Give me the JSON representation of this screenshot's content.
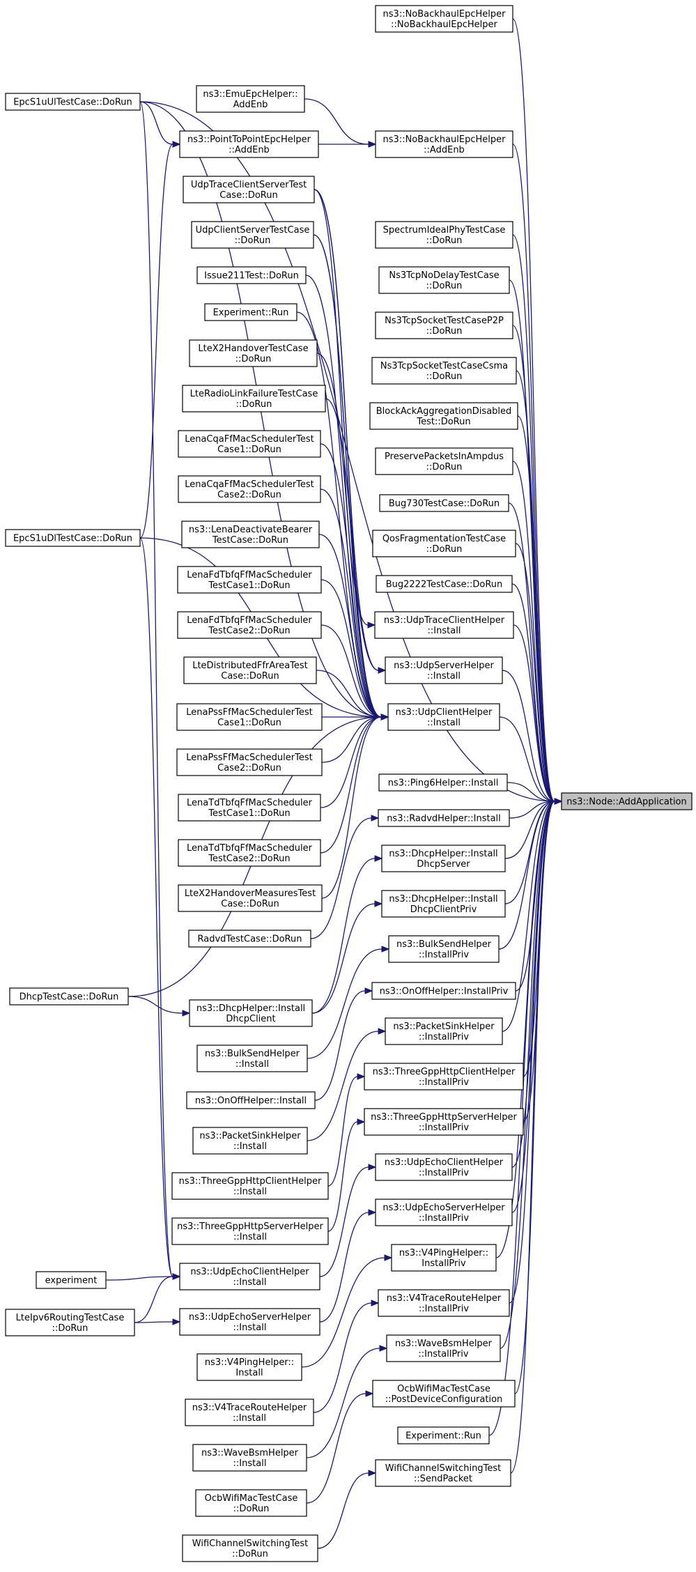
{
  "graph": {
    "target": "ns3::Node::AddApplication",
    "colors": {
      "edge": "#191970",
      "box_border": "#000000",
      "box_fill": "#ffffff",
      "target_fill": "#bfbfbf"
    },
    "nodes": {
      "target": [
        "ns3::Node::AddApplication"
      ],
      "nbh_ctor": [
        "ns3::NoBackhaulEpcHelper",
        "::NoBackhaulEpcHelper"
      ],
      "emu_addenb": [
        "ns3::EmuEpcHelper::",
        "AddEnb"
      ],
      "p2p_addenb": [
        "ns3::PointToPointEpcHelper",
        "::AddEnb"
      ],
      "nbh_addenb": [
        "ns3::NoBackhaulEpcHelper",
        "::AddEnb"
      ],
      "epcs1uul": [
        "EpcS1uUlTestCase::DoRun"
      ],
      "epcs1udl": [
        "EpcS1uDlTestCase::DoRun"
      ],
      "dhcptest": [
        "DhcpTestCase::DoRun"
      ],
      "experiment": [
        "experiment"
      ],
      "ltei6": [
        "LteIpv6RoutingTestCase",
        "::DoRun"
      ],
      "udptcs": [
        "UdpTraceClientServerTest",
        "Case::DoRun"
      ],
      "udpcs": [
        "UdpClientServerTestCase",
        "::DoRun"
      ],
      "issue211": [
        "Issue211Test::DoRun"
      ],
      "exprun_l": [
        "Experiment::Run"
      ],
      "ltex2": [
        "LteX2HandoverTestCase",
        "::DoRun"
      ],
      "lterlf": [
        "LteRadioLinkFailureTestCase",
        "::DoRun"
      ],
      "lenacqa1": [
        "LenaCqaFfMacSchedulerTest",
        "Case1::DoRun"
      ],
      "lenacqa2": [
        "LenaCqaFfMacSchedulerTest",
        "Case2::DoRun"
      ],
      "lenadeact": [
        "ns3::LenaDeactivateBearer",
        "TestCase::DoRun"
      ],
      "lenafd1": [
        "LenaFdTbfqFfMacScheduler",
        "TestCase1::DoRun"
      ],
      "lenafd2": [
        "LenaFdTbfqFfMacScheduler",
        "TestCase2::DoRun"
      ],
      "ltedffr": [
        "LteDistributedFfrAreaTest",
        "Case::DoRun"
      ],
      "lenapss1": [
        "LenaPssFfMacSchedulerTest",
        "Case1::DoRun"
      ],
      "lenapss2": [
        "LenaPssFfMacSchedulerTest",
        "Case2::DoRun"
      ],
      "lenatd1": [
        "LenaTdTbfqFfMacScheduler",
        "TestCase1::DoRun"
      ],
      "lenatd2": [
        "LenaTdTbfqFfMacScheduler",
        "TestCase2::DoRun"
      ],
      "ltex2m": [
        "LteX2HandoverMeasuresTest",
        "Case::DoRun"
      ],
      "radvdtest": [
        "RadvdTestCase::DoRun"
      ],
      "dhcp_client": [
        "ns3::DhcpHelper::Install",
        "DhcpClient"
      ],
      "bulk_install": [
        "ns3::BulkSendHelper",
        "::Install"
      ],
      "onoff_install": [
        "ns3::OnOffHelper::Install"
      ],
      "psink_install": [
        "ns3::PacketSinkHelper",
        "::Install"
      ],
      "tgc_install": [
        "ns3::ThreeGppHttpClientHelper",
        "::Install"
      ],
      "tgs_install": [
        "ns3::ThreeGppHttpServerHelper",
        "::Install"
      ],
      "uec_install": [
        "ns3::UdpEchoClientHelper",
        "::Install"
      ],
      "ues_install": [
        "ns3::UdpEchoServerHelper",
        "::Install"
      ],
      "v4ping_install": [
        "ns3::V4PingHelper::",
        "Install"
      ],
      "v4tr_install": [
        "ns3::V4TraceRouteHelper",
        "::Install"
      ],
      "wbsm_install": [
        "ns3::WaveBsmHelper",
        "::Install"
      ],
      "ocbdorun": [
        "OcbWifiMacTestCase",
        "::DoRun"
      ],
      "wcsdorun": [
        "WifiChannelSwitchingTest",
        "::DoRun"
      ],
      "spectrum": [
        "SpectrumIdealPhyTestCase",
        "::DoRun"
      ],
      "ns3tcpnd": [
        "Ns3TcpNoDelayTestCase",
        "::DoRun"
      ],
      "ns3tcpp2p": [
        "Ns3TcpSocketTestCaseP2P",
        "::DoRun"
      ],
      "ns3tcpcsma": [
        "Ns3TcpSocketTestCaseCsma",
        "::DoRun"
      ],
      "blockack": [
        "BlockAckAggregationDisabled",
        "Test::DoRun"
      ],
      "preserve": [
        "PreservePacketsInAmpdus",
        "::DoRun"
      ],
      "bug730": [
        "Bug730TestCase::DoRun"
      ],
      "qosfrag": [
        "QosFragmentationTestCase",
        "::DoRun"
      ],
      "bug2222": [
        "Bug2222TestCase::DoRun"
      ],
      "udptrace_inst": [
        "ns3::UdpTraceClientHelper",
        "::Install"
      ],
      "udpserver_inst": [
        "ns3::UdpServerHelper",
        "::Install"
      ],
      "udpclient_inst": [
        "ns3::UdpClientHelper",
        "::Install"
      ],
      "ping6": [
        "ns3::Ping6Helper::Install"
      ],
      "radvd_inst": [
        "ns3::RadvdHelper::Install"
      ],
      "dhcp_server": [
        "ns3::DhcpHelper::Install",
        "DhcpServer"
      ],
      "dhcp_clientpriv": [
        "ns3::DhcpHelper::Install",
        "DhcpClientPriv"
      ],
      "bulk_priv": [
        "ns3::BulkSendHelper",
        "::InstallPriv"
      ],
      "onoff_priv": [
        "ns3::OnOffHelper::InstallPriv"
      ],
      "psink_priv": [
        "ns3::PacketSinkHelper",
        "::InstallPriv"
      ],
      "tgc_priv": [
        "ns3::ThreeGppHttpClientHelper",
        "::InstallPriv"
      ],
      "tgs_priv": [
        "ns3::ThreeGppHttpServerHelper",
        "::InstallPriv"
      ],
      "uec_priv": [
        "ns3::UdpEchoClientHelper",
        "::InstallPriv"
      ],
      "ues_priv": [
        "ns3::UdpEchoServerHelper",
        "::InstallPriv"
      ],
      "v4ping_priv": [
        "ns3::V4PingHelper::",
        "InstallPriv"
      ],
      "v4tr_priv": [
        "ns3::V4TraceRouteHelper",
        "::InstallPriv"
      ],
      "wbsm_priv": [
        "ns3::WaveBsmHelper",
        "::InstallPriv"
      ],
      "ocbpost": [
        "OcbWifiMacTestCase",
        "::PostDeviceConfiguration"
      ],
      "exprun_r": [
        "Experiment::Run"
      ],
      "wcssend": [
        "WifiChannelSwitchingTest",
        "::SendPacket"
      ]
    }
  }
}
